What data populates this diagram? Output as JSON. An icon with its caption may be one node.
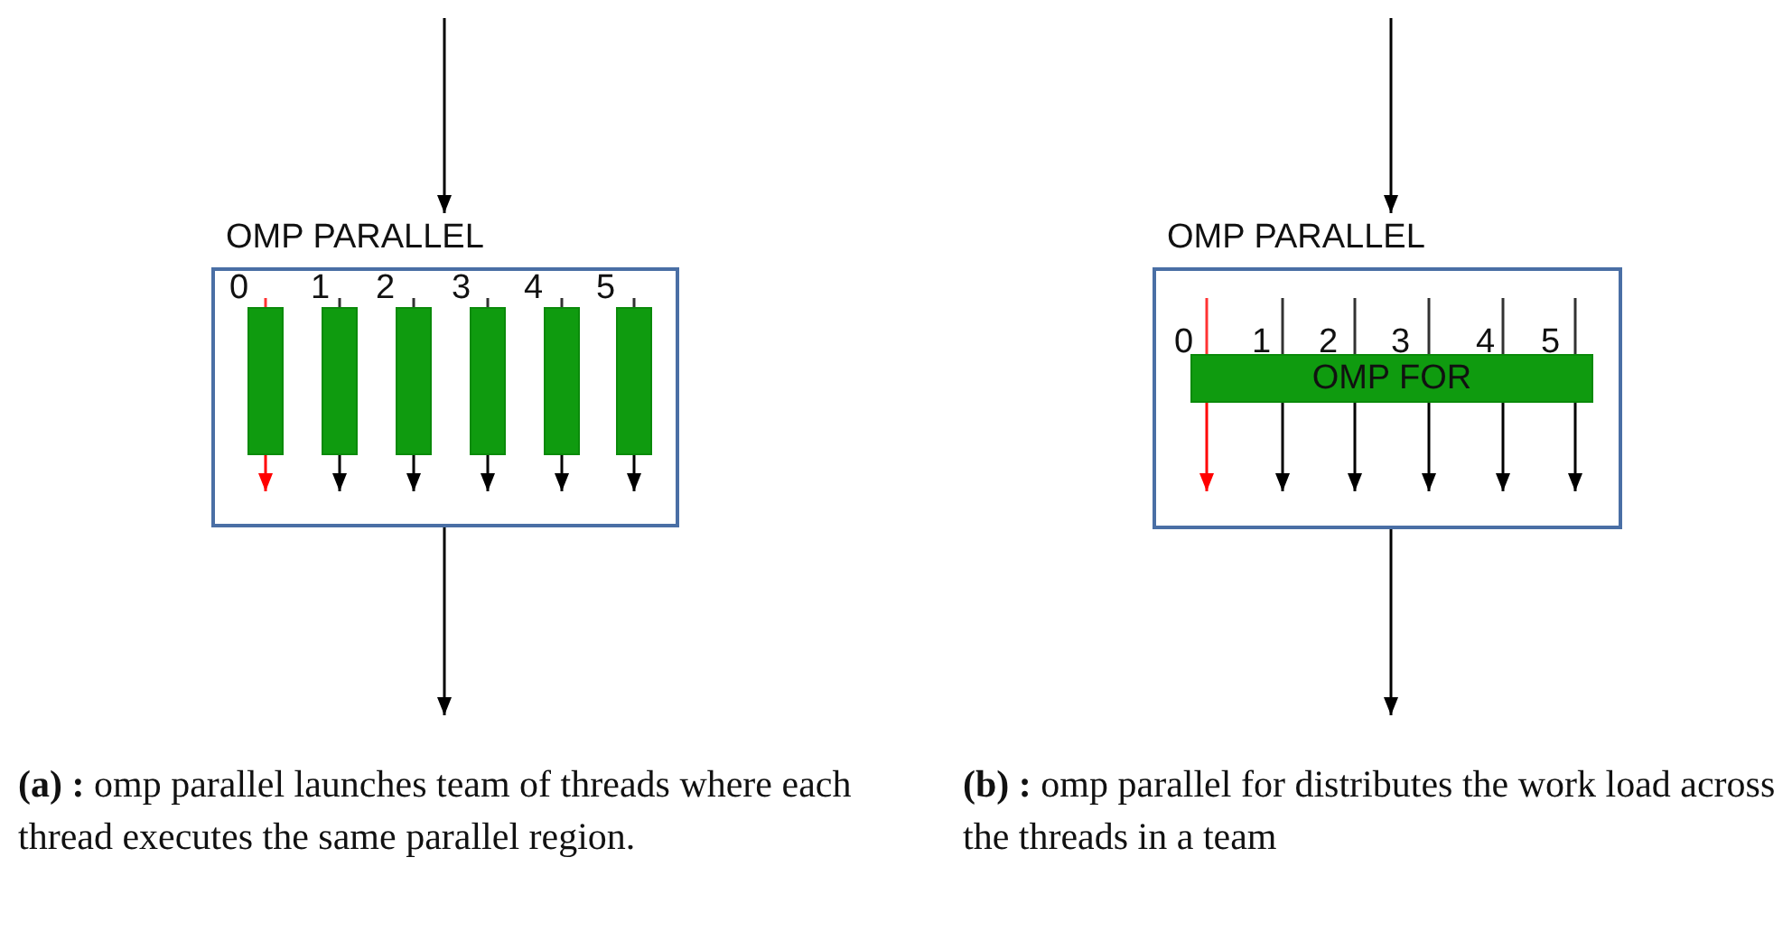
{
  "diagram": {
    "nodes": [
      {
        "text": [
          "OMP PARALLEL"
        ]
      },
      {
        "text": [],
        "shape": "bar",
        "in": 0
      },
      {
        "text": [],
        "shape": "bar",
        "in": 0
      },
      {
        "text": [],
        "shape": "bar",
        "in": 0
      },
      {
        "text": [],
        "shape": "bar",
        "in": 0
      },
      {
        "text": [],
        "shape": "bar",
        "in": 0
      },
      {
        "text": [],
        "shape": "bar",
        "in": 0
      },
      {
        "text": [
          "OMP PARALLEL"
        ]
      },
      {
        "text": [
          "OMP FOR"
        ],
        "in": 7
      }
    ],
    "edges": [
      {
        "from": null,
        "to": 0,
        "arrow": "to"
      },
      {
        "from": 0,
        "to": null,
        "arrow": "to"
      },
      {
        "from": 1,
        "to": null,
        "arrow": "to",
        "color": "#ff0000"
      },
      {
        "from": 2,
        "to": null,
        "arrow": "to"
      },
      {
        "from": 3,
        "to": null,
        "arrow": "to"
      },
      {
        "from": 4,
        "to": null,
        "arrow": "to"
      },
      {
        "from": 5,
        "to": null,
        "arrow": "to"
      },
      {
        "from": 6,
        "to": null,
        "arrow": "to"
      },
      {
        "from": null,
        "to": 7,
        "arrow": "to"
      },
      {
        "from": 7,
        "to": null,
        "arrow": "to"
      },
      {
        "from": 8,
        "to": null,
        "arrow": "to",
        "color": "#ff0000"
      },
      {
        "from": 8,
        "to": null,
        "arrow": "to"
      },
      {
        "from": 8,
        "to": null,
        "arrow": "to"
      },
      {
        "from": 8,
        "to": null,
        "arrow": "to"
      },
      {
        "from": 8,
        "to": null,
        "arrow": "to"
      },
      {
        "from": 8,
        "to": null,
        "arrow": "to"
      }
    ],
    "labels": [
      "0",
      "1",
      "2",
      "3",
      "4",
      "5",
      "0",
      "1",
      "2",
      "3",
      "4",
      "5",
      "**(a) :** omp parallel launches team of threads where each thread executes the same parallel region.",
      "**(b) :** omp parallel for distributes the work load across the threads in a team"
    ]
  }
}
